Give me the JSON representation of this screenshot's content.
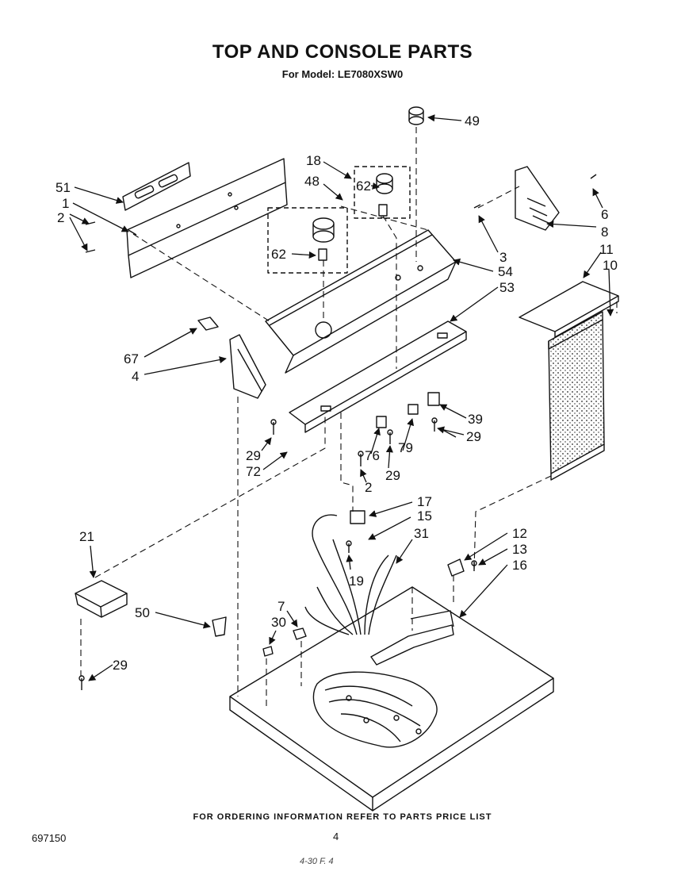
{
  "title": "TOP AND CONSOLE PARTS",
  "subtitle": "For Model: LE7080XSW0",
  "footer": "FOR ORDERING INFORMATION REFER TO PARTS PRICE LIST",
  "doc_number": "697150",
  "page_number": "4",
  "handwritten_note": "4-30 F. 4",
  "part_labels": {
    "p51": "51",
    "p1": "1",
    "p2a": "2",
    "p18": "18",
    "p48": "48",
    "p62a": "62",
    "p62b": "62",
    "p49": "49",
    "p6": "6",
    "p8": "8",
    "p3": "3",
    "p54": "54",
    "p53": "53",
    "p11": "11",
    "p10": "10",
    "p67": "67",
    "p4": "4",
    "p39": "39",
    "p29a": "29",
    "p29b": "29",
    "p29c": "29",
    "p29d": "29",
    "p76": "76",
    "p79": "79",
    "p72": "72",
    "p2b": "2",
    "p17": "17",
    "p15": "15",
    "p31": "31",
    "p12": "12",
    "p13": "13",
    "p16": "16",
    "p19": "19",
    "p21": "21",
    "p50": "50",
    "p7": "7",
    "p30": "30"
  }
}
